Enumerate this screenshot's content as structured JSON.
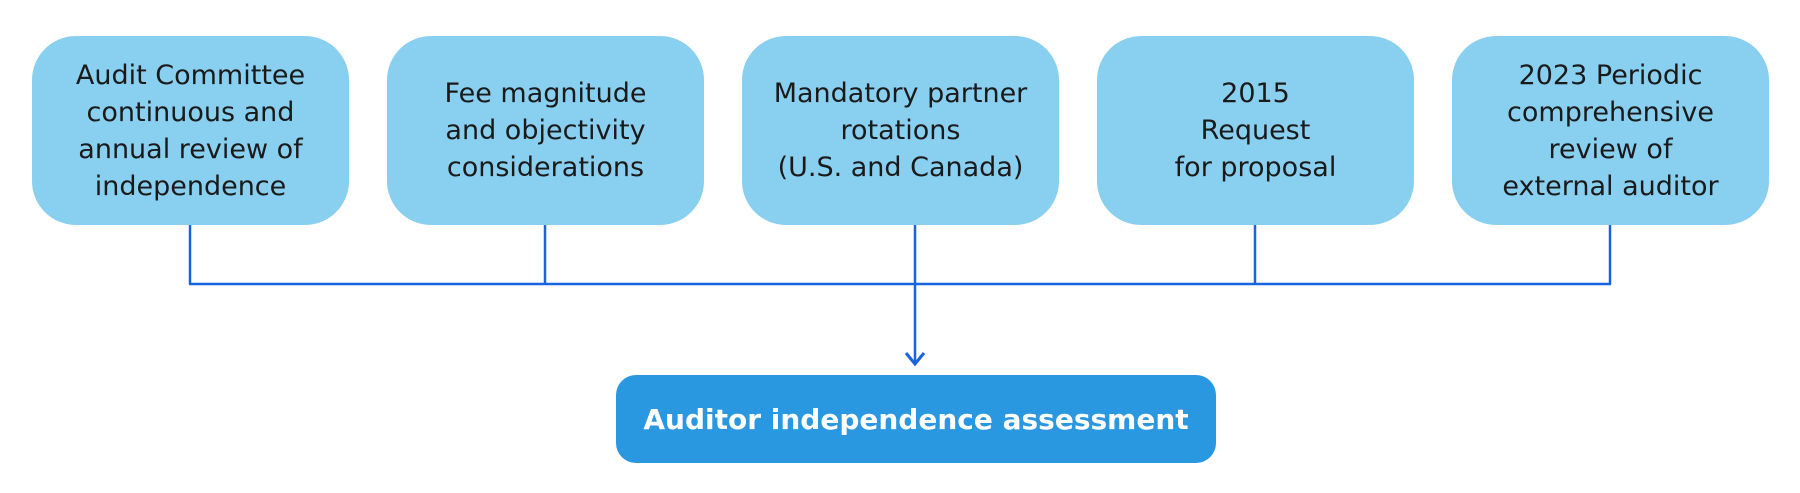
{
  "diagram": {
    "inputs": [
      {
        "label": "Audit Committee\ncontinuous and\nannual review of\nindependence"
      },
      {
        "label": "Fee magnitude\nand objectivity\nconsiderations"
      },
      {
        "label": "Mandatory partner\nrotations\n(U.S. and Canada)"
      },
      {
        "label": "2015\nRequest\nfor proposal"
      },
      {
        "label": "2023 Periodic\ncomprehensive\nreview of\nexternal auditor"
      }
    ],
    "result": {
      "label": "Auditor independence assessment"
    }
  },
  "colors": {
    "input_fill": "#89cff0",
    "result_fill": "#2a97e1",
    "connector": "#1a63e0",
    "input_text": "#1a1a1a",
    "result_text": "#ffffff"
  }
}
